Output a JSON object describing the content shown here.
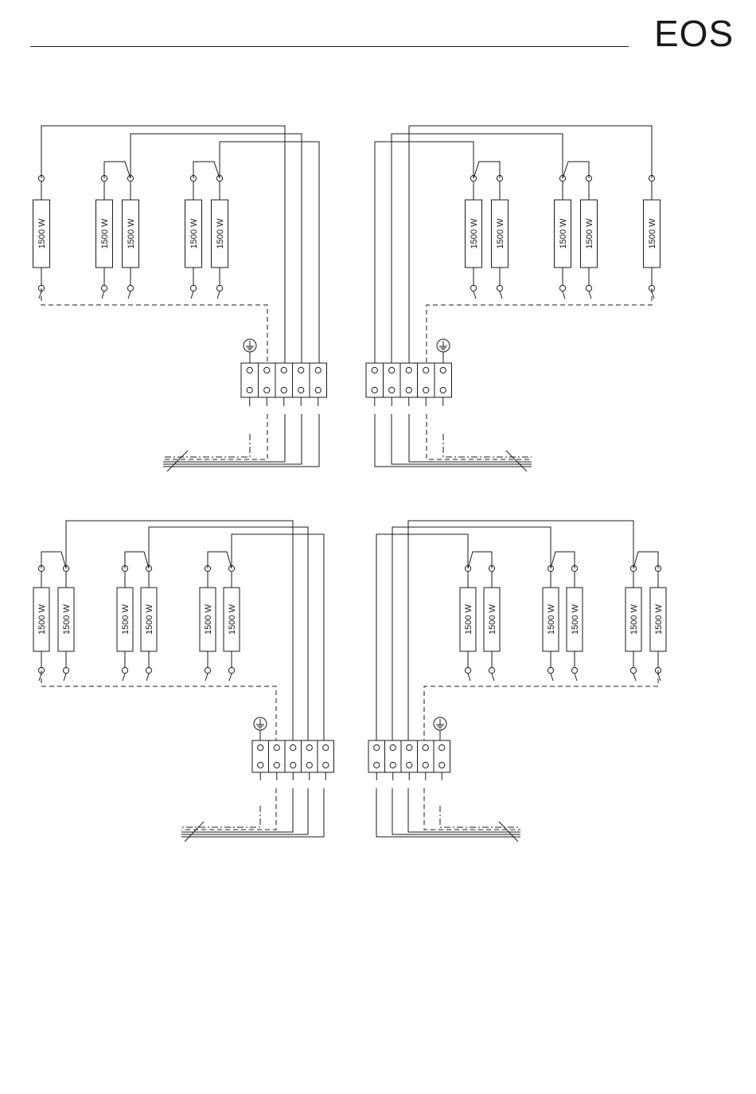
{
  "header": {
    "logo": "EOS"
  },
  "colors": {
    "line": "#1a1a1a",
    "background": "#ffffff"
  },
  "diagrams": [
    {
      "id": "top-left",
      "resistor_label": "1500 W",
      "heater_count": 5,
      "ground_symbol": "earth-ground-icon"
    },
    {
      "id": "top-right",
      "resistor_label": "1500 W",
      "heater_count": 5,
      "ground_symbol": "earth-ground-icon"
    },
    {
      "id": "bottom-left",
      "resistor_label": "1500 W",
      "heater_count": 6,
      "ground_symbol": "earth-ground-icon"
    },
    {
      "id": "bottom-right",
      "resistor_label": "1500 W",
      "heater_count": 6,
      "ground_symbol": "earth-ground-icon"
    }
  ]
}
